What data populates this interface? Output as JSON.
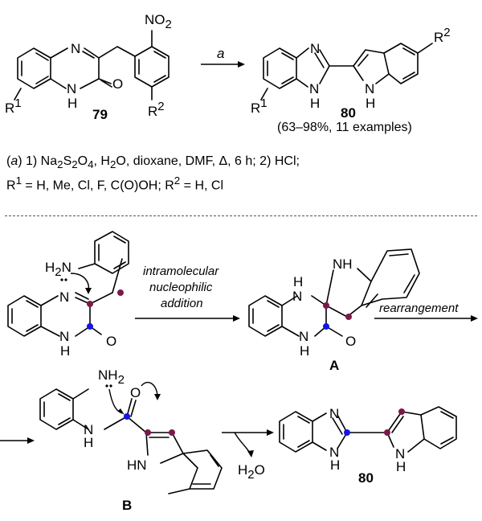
{
  "top_scheme": {
    "compound_79": "79",
    "compound_80": "80",
    "reagent_arrow_label": "a",
    "yield_text": "(63–98%, 11 examples)",
    "substituents": {
      "r1": "R",
      "r1_sup": "1",
      "r2": "R",
      "r2_sup": "2",
      "no2": "NO",
      "no2_sub": "2"
    }
  },
  "conditions": {
    "line1_prefix": "(",
    "line1_a": "a",
    "line1_rest_1": ") 1) Na",
    "line1_sub1": "2",
    "line1_rest_2": "S",
    "line1_sub2": "2",
    "line1_rest_3": "O",
    "line1_sub3": "4",
    "line1_rest_4": ", H",
    "line1_sub4": "2",
    "line1_rest_5": "O, dioxane, DMF, Δ, 6 h; 2) HCl;",
    "line2_r1": "R",
    "line2_r1_sup": "1",
    "line2_mid": " = H, Me, Cl, F, C(O)OH; R",
    "line2_r2_sup": "2",
    "line2_end": " = H, Cl"
  },
  "mechanism": {
    "step1_label_1": "intramolecular",
    "step1_label_2": "nucleophilic",
    "step1_label_3": "addition",
    "step2_label": "rearrangement",
    "intermediate_a": "A",
    "intermediate_b": "B",
    "product": "80",
    "byproduct": "H",
    "byproduct_sub": "2",
    "byproduct_end": "O",
    "nh2": "NH",
    "nh2_sub": "2",
    "h2n_prefix": "H",
    "h2n_sub": "2",
    "h2n_end": "N"
  },
  "colors": {
    "purple_dot": "#7a1a4a",
    "blue_dot": "#1414e6"
  }
}
